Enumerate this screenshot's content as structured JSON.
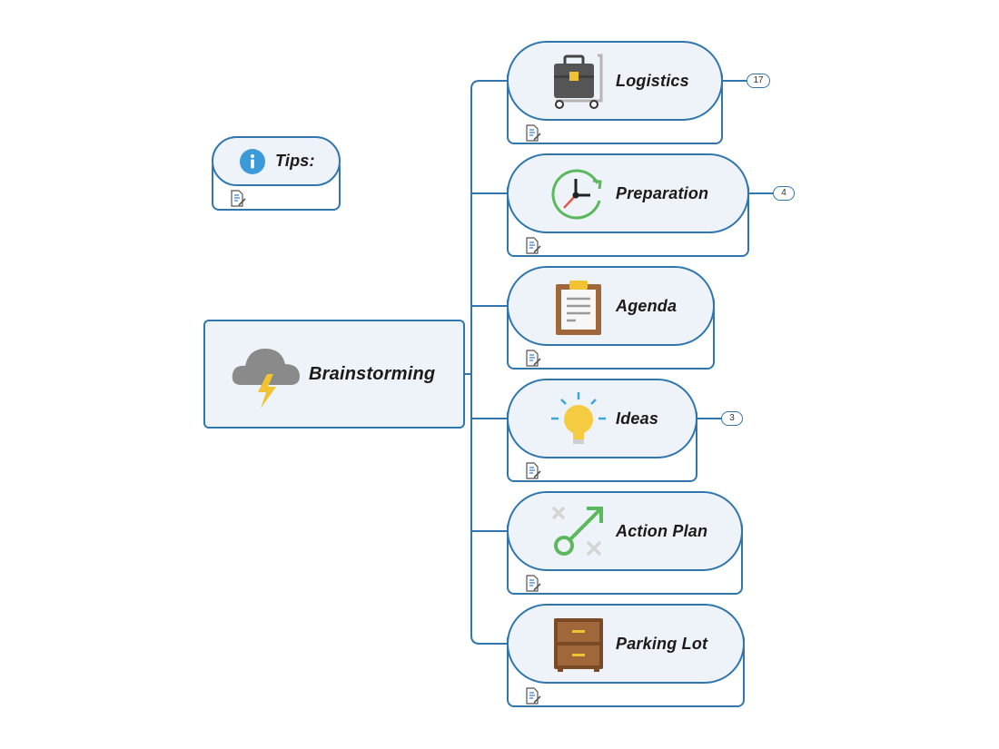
{
  "central_topic": {
    "label": "Brainstorming",
    "icon": "storm-cloud-icon"
  },
  "floating_topic": {
    "label": "Tips:",
    "icon": "info-icon",
    "accent": "#3b9ad9"
  },
  "branches": [
    {
      "label": "Logistics",
      "icon": "briefcase-cart-icon",
      "count": "17"
    },
    {
      "label": "Preparation",
      "icon": "clock-icon",
      "count": "4"
    },
    {
      "label": "Agenda",
      "icon": "clipboard-icon",
      "count": ""
    },
    {
      "label": "Ideas",
      "icon": "lightbulb-icon",
      "count": "3"
    },
    {
      "label": "Action Plan",
      "icon": "strategy-icon",
      "count": ""
    },
    {
      "label": "Parking Lot",
      "icon": "cabinet-icon",
      "count": ""
    }
  ],
  "colors": {
    "line": "#2f75ae",
    "topic_fill": "#eef3f9"
  }
}
